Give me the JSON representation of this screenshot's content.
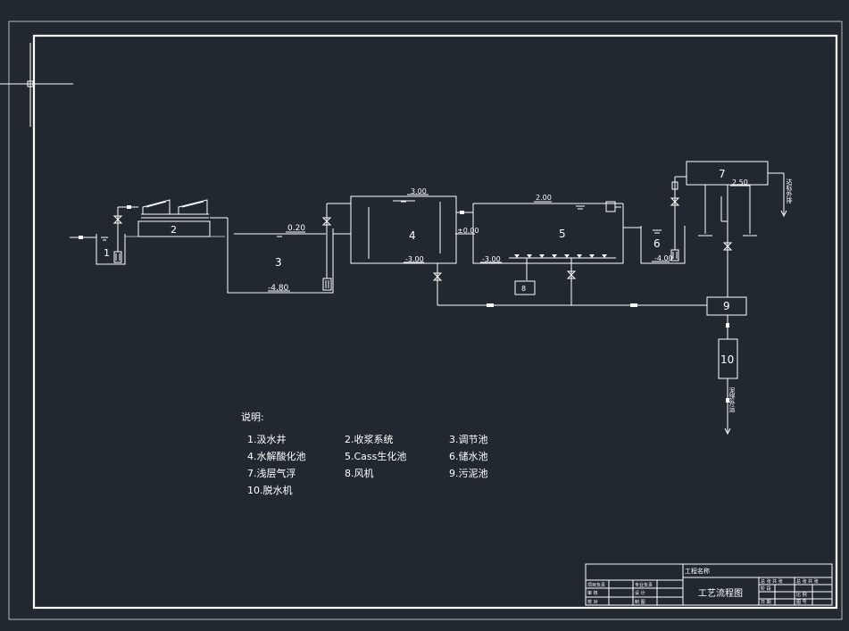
{
  "diagram": {
    "units": {
      "u1": "1",
      "u2": "2",
      "u3": "3",
      "u4": "4",
      "u5": "5",
      "u6": "6",
      "u7": "7",
      "u8": "8",
      "u9": "9",
      "u10": "10"
    },
    "levels": {
      "l_020": "0.20",
      "l_m480": "-4.80",
      "l_300": "3.00",
      "l_m300_4": "-3.00",
      "l_000": "±0.00",
      "l_200": "2.00",
      "l_m300_5": "-3.00",
      "l_m400": "-4.00",
      "l_250": "2.50"
    },
    "side_notes": {
      "outlet_right": "达标外排",
      "sludge_out": "泥饼外运"
    }
  },
  "notes": {
    "title": "说明:",
    "items": [
      "1.汲水井",
      "2.收浆系统",
      "3.调节池",
      "4.水解酸化池",
      "5.Cass生化池",
      "6.储水池",
      "7.浅层气浮",
      "8.风机",
      "9.污泥池",
      "10.脱水机"
    ]
  },
  "title_block": {
    "project_name_label": "工程名称",
    "drawing_title": "工艺流程图",
    "left_cells": [
      "项目负责",
      "专业负责",
      "审 核",
      "设 计",
      "校 对",
      "制 图"
    ],
    "right_cells": [
      "总 张 共 张",
      "总 张 共 张",
      "阶 段",
      "比 例",
      "日 期",
      "图 号"
    ]
  }
}
